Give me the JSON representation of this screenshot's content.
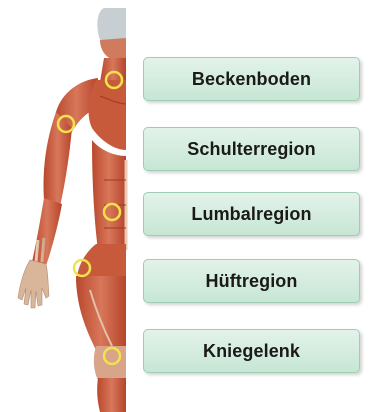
{
  "regions": [
    {
      "label": "Beckenboden"
    },
    {
      "label": "Schulterregion"
    },
    {
      "label": "Lumbalregion"
    },
    {
      "label": "Hüftregion"
    },
    {
      "label": "Kniegelenk"
    }
  ],
  "colors": {
    "button_fill": "#d4ecdf",
    "button_border": "#9fcdb3",
    "marker": "#f2e34c",
    "muscle": "#c65a3b"
  },
  "icons": [
    "anatomy-figure",
    "region-marker"
  ]
}
